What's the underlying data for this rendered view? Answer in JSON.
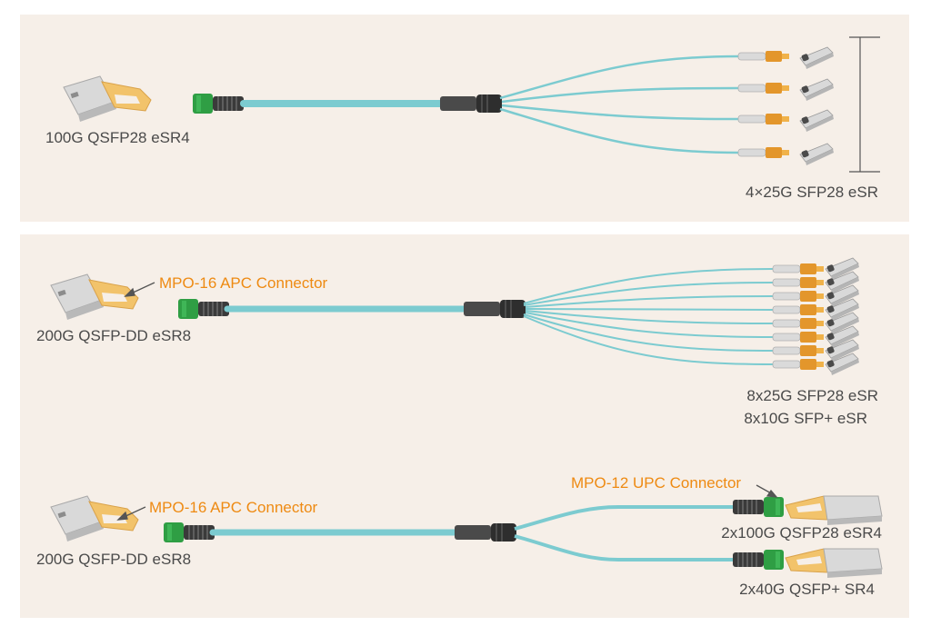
{
  "colors": {
    "panel_bg": "#f6efe8",
    "fiber": "#7ccbd0",
    "boot": "#4a4a4a",
    "connector_green": "#2f9e44",
    "lc_orange": "#e3962b",
    "module_metal": "#cfcfcf",
    "pull_tab": "#f2c36b",
    "label_text": "#4a4a4a",
    "callout_text": "#ee8a12"
  },
  "icons": [
    "qsfp-module-icon",
    "mpo-connector-icon",
    "lc-duplex-connector-icon",
    "sfp-module-icon"
  ],
  "section1": {
    "left_label": "100G QSFP28 eSR4",
    "right_label": "4×25G SFP28 eSR"
  },
  "section2": {
    "left_label": "200G QSFP-DD eSR8",
    "callout": "MPO-16 APC Connector",
    "right_label_1": "8x25G SFP28 eSR",
    "right_label_2": "8x10G SFP+ eSR"
  },
  "section3": {
    "left_label": "200G QSFP-DD eSR8",
    "callout_left": "MPO-16 APC Connector",
    "callout_right": "MPO-12 UPC Connector",
    "right_label_1": "2x100G QSFP28 eSR4",
    "right_label_2": "2x40G QSFP+ SR4"
  }
}
